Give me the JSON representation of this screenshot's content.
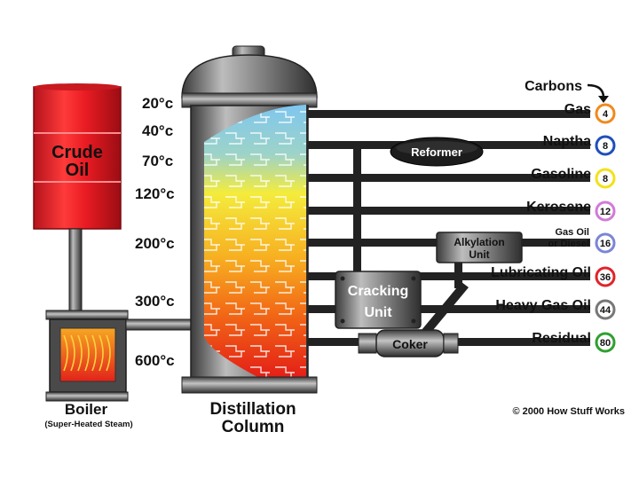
{
  "crude_oil": {
    "line1": "Crude",
    "line2": "Oil"
  },
  "boiler": {
    "title": "Boiler",
    "subtitle": "(Super-Heated Steam)"
  },
  "column": {
    "line1": "Distillation",
    "line2": "Column"
  },
  "temperatures": [
    "20°c",
    "40°c",
    "70°c",
    "120°c",
    "200°c",
    "300°c",
    "600°c"
  ],
  "units": {
    "reformer": "Reformer",
    "alkylation_line1": "Alkylation",
    "alkylation_line2": "Unit",
    "cracking_line1": "Cracking",
    "cracking_line2": "Unit",
    "coker": "Coker"
  },
  "carbons_header": "Carbons",
  "products": [
    {
      "name": "Gas",
      "carbons": "4",
      "color": "#f08a1c"
    },
    {
      "name": "Naptha",
      "carbons": "8",
      "color": "#1f4fb8"
    },
    {
      "name": "Gasoline",
      "carbons": "8",
      "color": "#f2e21a"
    },
    {
      "name": "Kerosene",
      "carbons": "12",
      "color": "#d27ad8"
    },
    {
      "name_line1": "Gas Oil",
      "name_line2": "or Diesel",
      "carbons": "16",
      "color": "#7a86d6"
    },
    {
      "name": "Lubricating Oil",
      "carbons": "36",
      "color": "#e0242a"
    },
    {
      "name": "Heavy Gas Oil",
      "carbons": "44",
      "color": "#777777"
    },
    {
      "name": "Residual",
      "carbons": "80",
      "color": "#2fa02f"
    }
  ],
  "copyright": "© 2000 How Stuff Works"
}
